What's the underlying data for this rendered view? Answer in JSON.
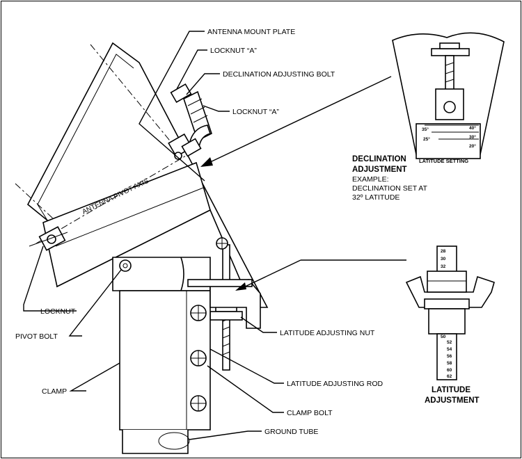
{
  "labels": {
    "antenna_mount_plate": "ANTENNA MOUNT PLATE",
    "locknut_a_top": "LOCKNUT “A”",
    "declination_adjusting_bolt": "DECLINATION ADJUSTING BOLT",
    "locknut_a_mid": "LOCKNUT “A”",
    "antenna_pivot_axis": "ANTENNA PIVOT AXIS",
    "locknut": "LOCKNUT",
    "pivot_bolt": "PIVOT BOLT",
    "clamp": "CLAMP",
    "latitude_adjusting_nut": "LATITUDE ADJUSTING NUT",
    "latitude_adjusting_rod": "LATITUDE ADJUSTING ROD",
    "clamp_bolt": "CLAMP BOLT",
    "ground_tube": "GROUND TUBE"
  },
  "declination": {
    "title_line1": "DECLINATION",
    "title_line2": "ADJUSTMENT",
    "example_line1": "EXAMPLE:",
    "example_line2": "DECLINATION SET AT",
    "example_line3": "32º LATITUDE",
    "scale_caption": "LATITUDE SETTING",
    "scale_marks": {
      "m35": "35°",
      "m40": "40°",
      "m25": "25°",
      "m30": "30°",
      "m20": "20°"
    }
  },
  "latitude": {
    "title_line1": "LATITUDE",
    "title_line2": "ADJUSTMENT",
    "rod_top_numbers": [
      "28",
      "30",
      "32"
    ],
    "rod_bottom_numbers": [
      "50",
      "52",
      "54",
      "56",
      "58",
      "60",
      "62"
    ]
  }
}
